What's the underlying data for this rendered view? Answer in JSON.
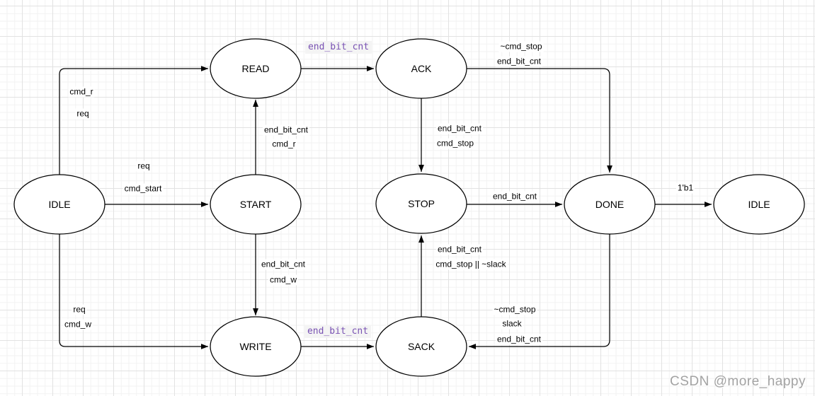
{
  "colors": {
    "edge_stroke": "#000000",
    "node_fill": "#ffffff",
    "node_stroke": "#000000",
    "code_text": "#7952b3",
    "code_bg": "#f4f4f4",
    "watermark": "#a3a3a3"
  },
  "states": {
    "idle_left": "IDLE",
    "start": "START",
    "read": "READ",
    "ack": "ACK",
    "stop": "STOP",
    "done": "DONE",
    "idle_right": "IDLE",
    "write": "WRITE",
    "sack": "SACK"
  },
  "edge_labels": {
    "idle_read": [
      "cmd_r",
      "req"
    ],
    "idle_start": [
      "req",
      "cmd_start"
    ],
    "idle_write": [
      "req",
      "cmd_w"
    ],
    "start_read": [
      "end_bit_cnt",
      "cmd_r"
    ],
    "start_write": [
      "end_bit_cnt",
      "cmd_w"
    ],
    "read_ack": [
      "end_bit_cnt"
    ],
    "ack_stop": [
      "end_bit_cnt",
      "cmd_stop"
    ],
    "ack_done": [
      "~cmd_stop",
      "end_bit_cnt"
    ],
    "stop_done": [
      "end_bit_cnt"
    ],
    "done_idle": [
      "1'b1"
    ],
    "done_sack": [
      "~cmd_stop",
      "slack",
      "end_bit_cnt"
    ],
    "write_sack": [
      "end_bit_cnt"
    ],
    "sack_stop": [
      "end_bit_cnt",
      "cmd_stop || ~slack"
    ]
  },
  "watermark": "CSDN @more_happy"
}
